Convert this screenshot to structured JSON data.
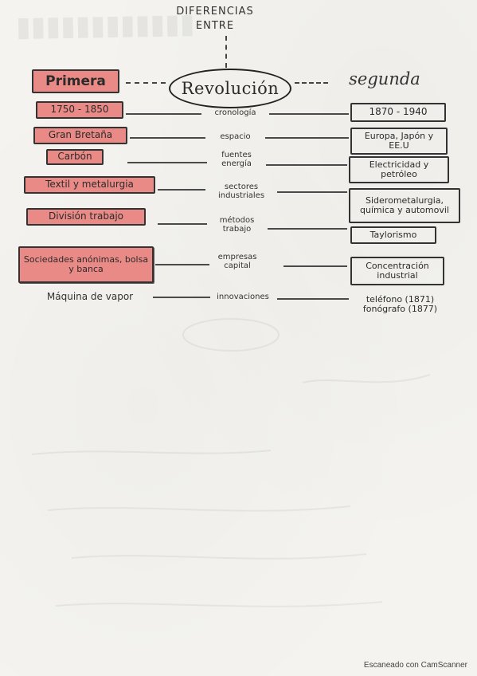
{
  "header": {
    "title_line1": "DIFERENCIAS",
    "title_line2": "ENTRE"
  },
  "center": {
    "first": "Primera",
    "revolution": "Revolución",
    "second": "segunda"
  },
  "rows": [
    {
      "left": "1750 - 1850",
      "middle": "cronología",
      "right": "1870 - 1940"
    },
    {
      "left": "Gran Bretaña",
      "middle": "espacio",
      "right": "Europa, Japón y EE.U"
    },
    {
      "left": "Carbón",
      "middle": "fuentes energía",
      "right": "Electricidad y petróleo"
    },
    {
      "left": "Textil y metalurgia",
      "middle": "sectores industriales",
      "right": "Siderometalurgia, química y automovil"
    },
    {
      "left": "División trabajo",
      "middle": "métodos trabajo",
      "right": "Taylorismo"
    },
    {
      "left": "Sociedades anónimas, bolsa y banca",
      "middle": "empresas capital",
      "right": "Concentración industrial"
    },
    {
      "left": "Máquina de vapor",
      "middle": "innovaciones",
      "right": "teléfono (1871) fonógrafo (1877)"
    }
  ],
  "watermark": "Escaneado con CamScanner",
  "colors": {
    "highlight": "#e98a86",
    "ink": "#2a2a2a",
    "paper": "#f4f3ef"
  }
}
